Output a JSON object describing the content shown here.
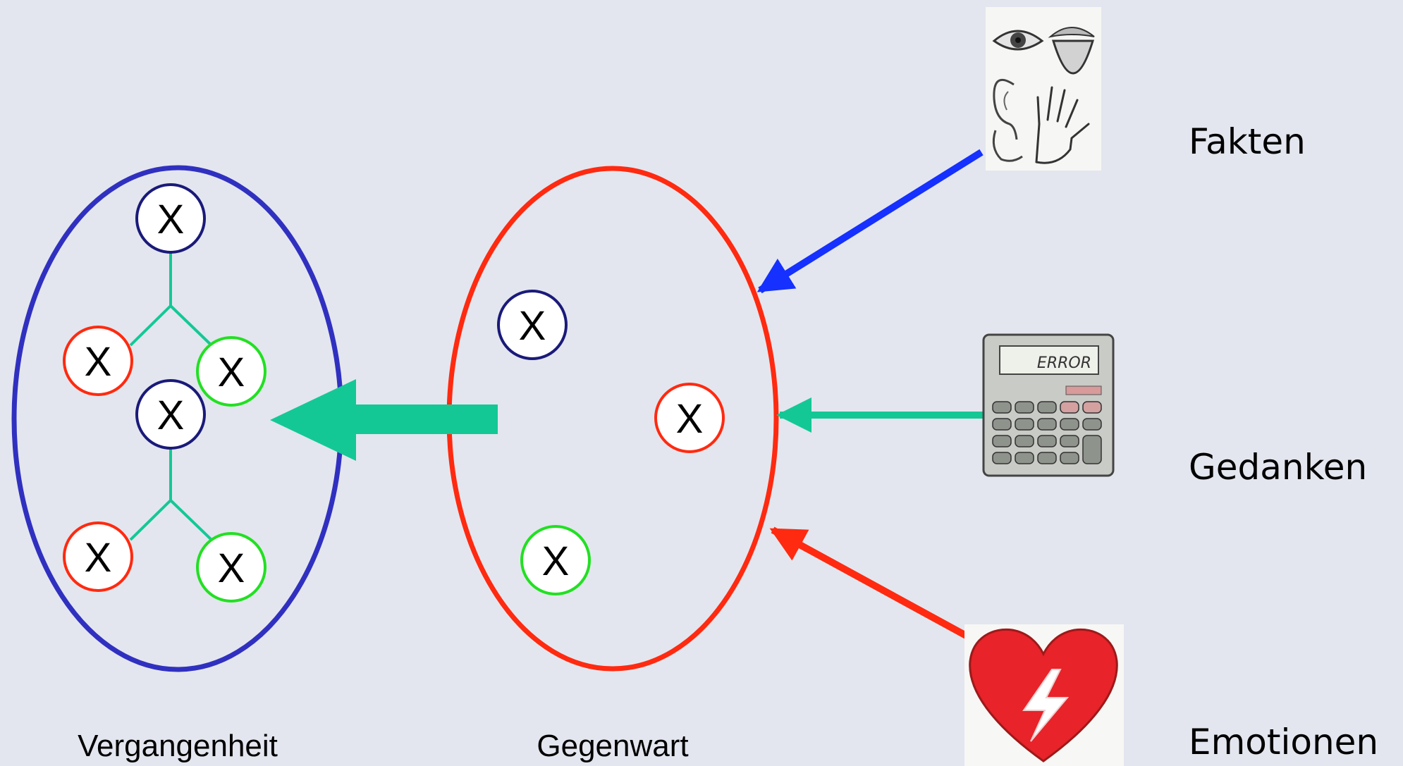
{
  "captions": {
    "past": "Vergangenheit",
    "present": "Gegenwart"
  },
  "inputs": {
    "facts": "Fakten",
    "thoughts": "Gedanken",
    "emotions": "Emotionen"
  },
  "node_text": "X",
  "calculator_display": "ERROR",
  "colors": {
    "background": "#e3e6ee",
    "past_ellipse": "#3030c0",
    "present_ellipse": "#ff2a10",
    "facts_arrow": "#1530ff",
    "thoughts_arrow": "#14c896",
    "emotions_arrow": "#ff2a10",
    "node_blue": "#1a1a7a",
    "node_red": "#ff2a10",
    "node_green": "#22e022",
    "connector": "#14c896"
  },
  "icons": {
    "facts": "senses-sketch-icon",
    "thoughts": "calculator-icon",
    "emotions": "broken-heart-lightning-icon"
  }
}
